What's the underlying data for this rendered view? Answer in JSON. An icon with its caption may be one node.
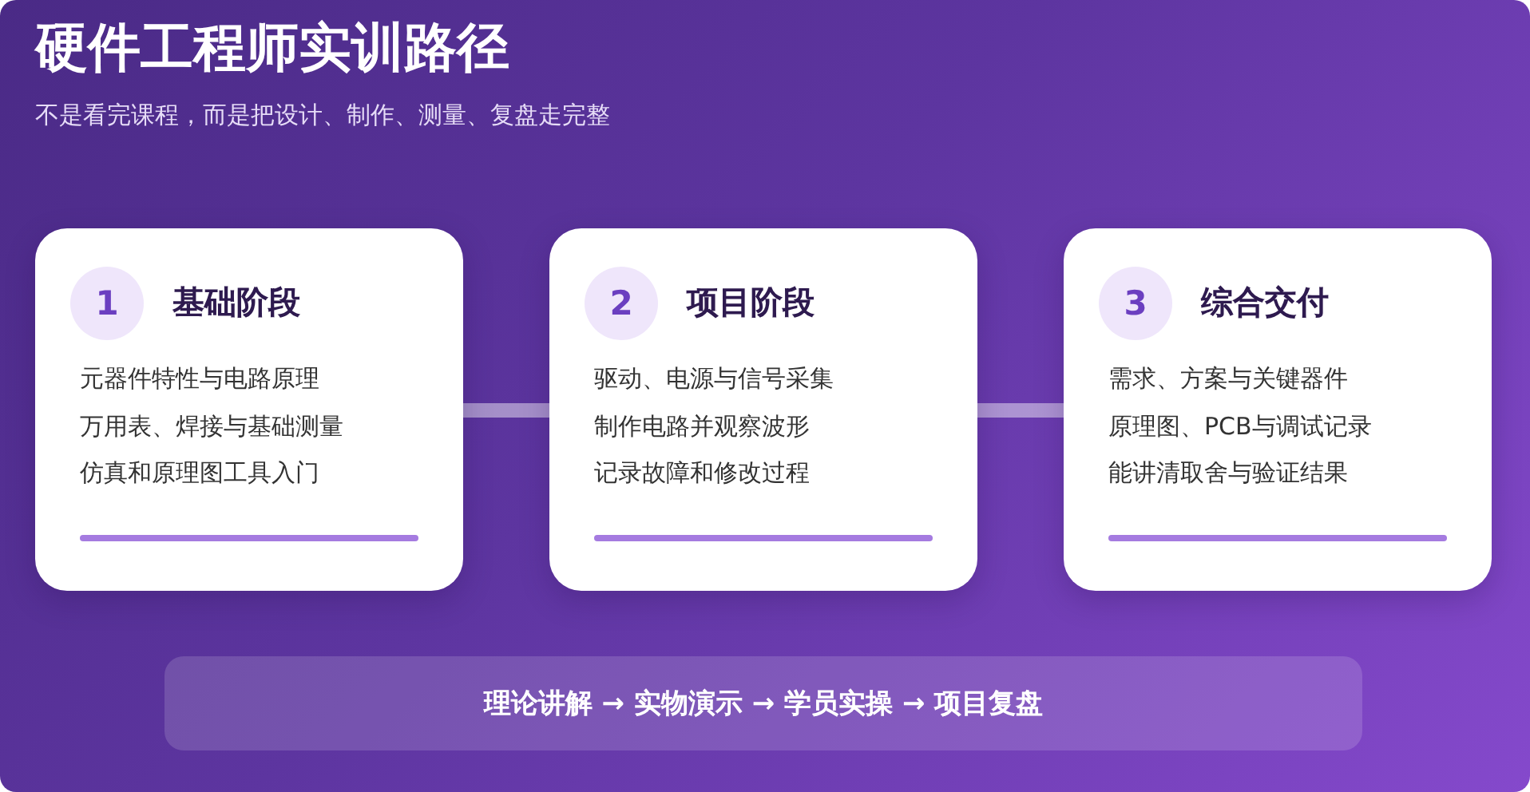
{
  "diagram": {
    "title": "硬件工程师实训路径",
    "caption": "不是看完课程，而是把设计、制作、测量、复盘走完整",
    "nodes": [
      {
        "text": [
          "基础阶段",
          "元器件特性与电路原理",
          "万用表、焊接与基础测量",
          "仿真和原理图工具入门"
        ]
      },
      {
        "text": [
          "1"
        ],
        "in": 0
      },
      {
        "text": [
          "项目阶段",
          "驱动、电源与信号采集",
          "制作电路并观察波形",
          "记录故障和修改过程"
        ]
      },
      {
        "text": [
          "2"
        ],
        "in": 2
      },
      {
        "text": [
          "综合交付",
          "需求、方案与关键器件",
          "原理图、PCB与调试记录",
          "能讲清取舍与验证结果"
        ]
      },
      {
        "text": [
          "3"
        ],
        "in": 4
      },
      {
        "text": [
          "理论讲解 → 实物演示 → 学员实操 → 项目复盘"
        ]
      }
    ],
    "edges": [
      {
        "from": 0,
        "to": 2,
        "arrow": "none"
      },
      {
        "from": 2,
        "to": 4,
        "arrow": "none"
      }
    ]
  }
}
